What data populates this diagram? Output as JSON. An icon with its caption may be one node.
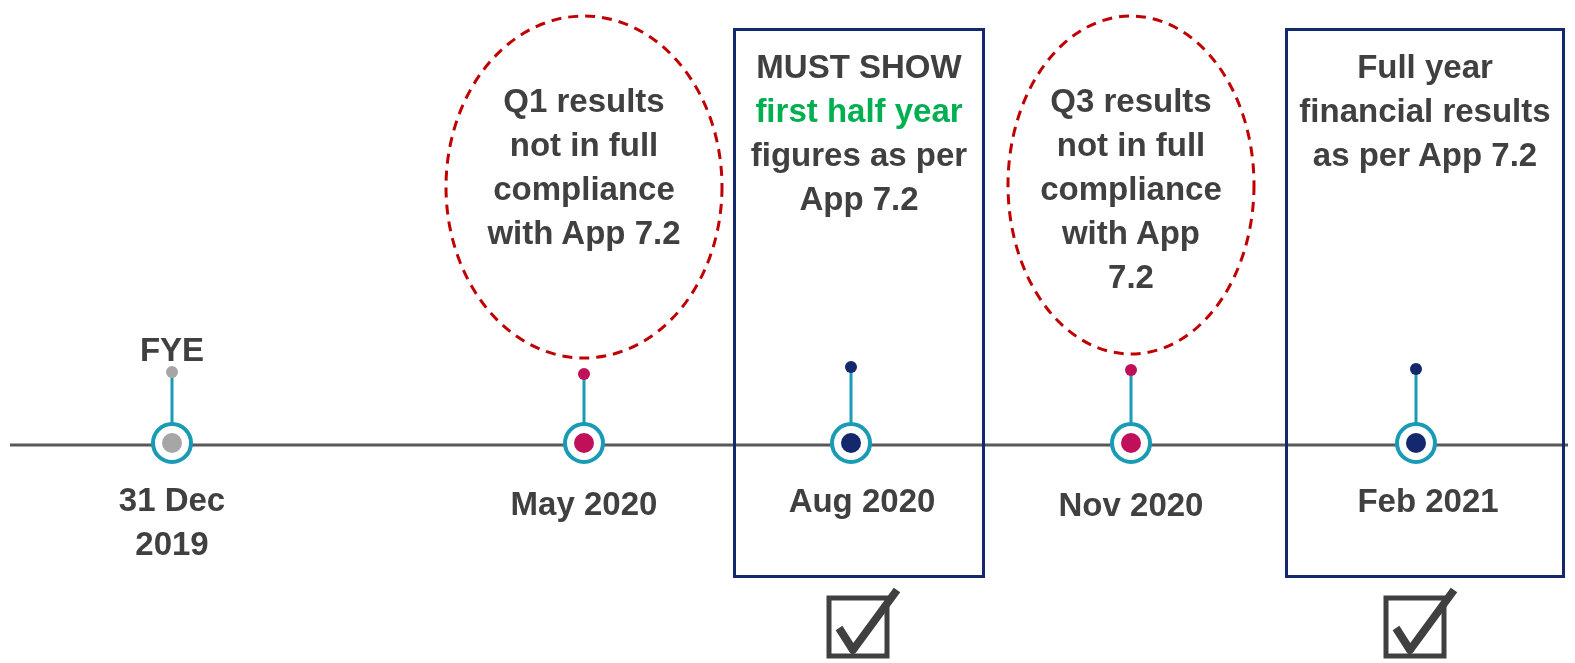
{
  "diagram": {
    "nodes": [
      {
        "text": [
          "Q1 results not in full compliance with App 7.2"
        ]
      },
      {
        "text": [
          "MUST SHOW **first half year** figures as per App 7.2",
          "Aug 2020"
        ]
      },
      {
        "text": [
          "Q3 results not in full compliance with App 7.2"
        ]
      },
      {
        "text": [
          "Full year financial results as per App 7.2",
          "Feb 2021"
        ]
      }
    ],
    "labels": [
      "FYE",
      "31 Dec 2019",
      "May 2020",
      "Nov 2020"
    ]
  }
}
